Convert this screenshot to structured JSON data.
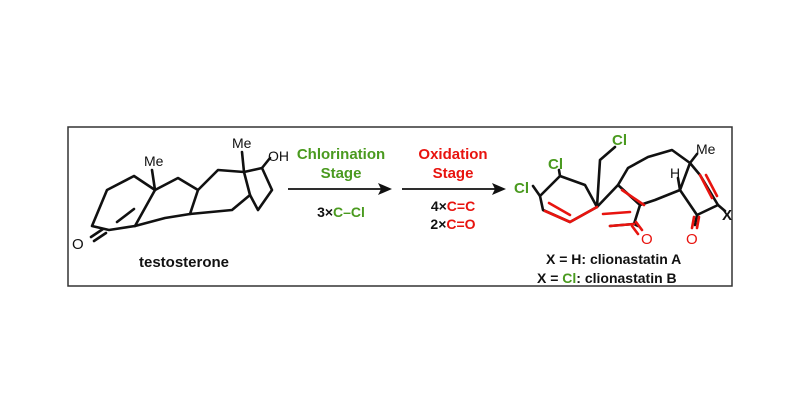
{
  "colors": {
    "black": "#111111",
    "green": "#4a9a1f",
    "red": "#e8140f",
    "frame": "#333333"
  },
  "starting_material": {
    "name": "testosterone",
    "atoms": {
      "me": "Me",
      "oh": "OH",
      "o": "O"
    }
  },
  "arrow1": {
    "title_line1": "Chlorination",
    "title_line2": "Stage",
    "note_prefix": "3×",
    "note_bond": "C–Cl"
  },
  "arrow2": {
    "title_line1": "Oxidation",
    "title_line2": "Stage",
    "note1_prefix": "4×",
    "note1_bond": "C=C",
    "note2_prefix": "2×",
    "note2_bond": "C=O"
  },
  "product": {
    "atoms": {
      "cl_top": "Cl",
      "cl_a": "Cl",
      "cl_b": "Cl",
      "me": "Me",
      "h": "H",
      "x": "X",
      "o1": "O",
      "o2": "O"
    },
    "legend": {
      "line1_prefix": "X = H: ",
      "line1_name": "clionastatin A",
      "line2_prefix": "X = ",
      "line2_cl": "Cl",
      "line2_suffix": ": clionastatin B"
    }
  }
}
